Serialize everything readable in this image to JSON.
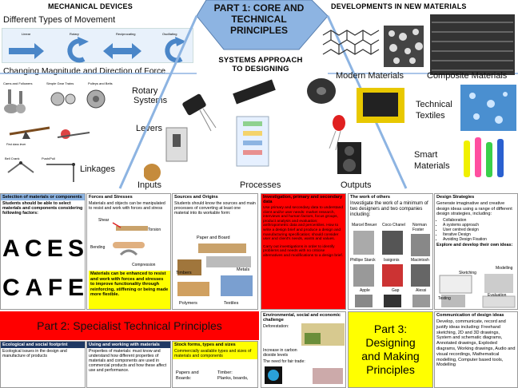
{
  "header": {
    "mechanical_devices": "MECHANICAL DEVICES",
    "part1_line1": "PART 1: CORE AND",
    "part1_line2": "TECHNICAL",
    "part1_line3": "PRINCIPLES",
    "developments": "DEVELOPMENTS IN NEW MATERIALS"
  },
  "movement": {
    "title": "Different Types of Movement",
    "types": [
      "Linear",
      "Rotary",
      "Reciprocating",
      "Oscillating"
    ]
  },
  "magnitude": {
    "title": "Changing Magnitude and Direction of Force",
    "top_labels": [
      "Cams and Followers",
      "Simple Gear Trains",
      "Pulleys and Belts"
    ],
    "rotary": "Rotary",
    "systems": "Systems",
    "levers": "Levers",
    "linkages": "Linkages",
    "linkage_labels": [
      "Bell Crank",
      "Push/Pull"
    ]
  },
  "systems": {
    "title_line1": "SYSTEMS APPROACH",
    "title_line2": "TO DESIGNING",
    "inputs": "Inputs",
    "processes": "Processes",
    "outputs": "Outputs"
  },
  "materials": {
    "modern": "Modern Materials",
    "composite": "Composite Materials",
    "technical_line1": "Technical",
    "technical_line2": "Textiles",
    "smart_line1": "Smart",
    "smart_line2": "Materials"
  },
  "panels": {
    "selection": {
      "title": "Selection of materials or components",
      "body": "Students should be able to select materials and components considering following factors:",
      "aces": [
        "A",
        "C",
        "E",
        "S"
      ],
      "cafe": [
        "C",
        "A",
        "F",
        "E"
      ]
    },
    "forces": {
      "title": "Forces and Stresses",
      "body": "Materials and objects can be manipulated to resist and work with forces and stress",
      "labels": [
        "Shear",
        "Torsion",
        "Bending",
        "Compression"
      ],
      "yellow": "Materials can be enhanced to resist and work with forces and stresses to improve functionality through reinforcing, stiffening or being made more flexible."
    },
    "sources": {
      "title": "Sources and Origins",
      "body": "Students should know the sources and main processes of converting at least one material into its workable form:",
      "labels": [
        "Paper and Board",
        "Timbers",
        "Metals",
        "Polymers",
        "Textiles"
      ]
    },
    "investigation": {
      "title": "Investigation, primary and secondary data",
      "body": "Use primary and secondary data to understand client and/or user needs: market research, interviews and human factors, focus groups, product analysis and evaluation; anthropometric data and percentiles. How to write a design brief and produce a design and manufacturing specification; should consider user and client's needs, wants and values.",
      "body2": "Carry out investigations in order to identify problems and needs with no criticise alternatives and modifications to a design brief."
    },
    "others": {
      "title": "The work of others",
      "body": "Investigate the work of a minimum of two designers and two companies including:",
      "names": [
        "Marcel Breuer",
        "Coco Chanel",
        "Norman Foster",
        "Phillipe Starck",
        "Issigonis",
        "Macintosh",
        "Apple",
        "Gap",
        "Alessi"
      ]
    },
    "strategies": {
      "title": "Design Strategies",
      "body": "Generate imaginative and creative design ideas using a range of different design strategies, including:",
      "items": [
        "Collaboration",
        "A systems approach",
        "User centred design",
        "Iterative Design",
        "Avoiding Design Fixation"
      ],
      "explore": "Explore and develop their own ideas:",
      "labels": [
        "Sketching",
        "Modelling",
        "Testing",
        "Evaluation"
      ]
    },
    "part2": "Part 2: Specialist Technical Principles",
    "ecological": {
      "title": "Ecological and social footprint",
      "body": "Ecological issues in the design and manufacture of products"
    },
    "working": {
      "title": "Using and working with materials",
      "body": "Properties of materials: must know and understand how different properties of materials and components are used in commercial products and how these affect use and performance."
    },
    "stock": {
      "title": "Stock forms, types and sizes",
      "body": "Commercially available types and sizes of materials and components",
      "paper_line1": "Papers and",
      "paper_line2": "Boards:",
      "timber_line1": "Timber:",
      "timber_line2": "Planks, boards,"
    },
    "environment": {
      "title": "Environmental, social and economic challenge",
      "deforestation": "Deforestation:",
      "carbon": "Increase in carbon dioxide levels",
      "fair": "The need for fair trade:"
    },
    "part3_line1": "Part 3:",
    "part3_line2": "Designing",
    "part3_line3": "and Making",
    "part3_line4": "Principles",
    "communication": {
      "title": "Communication of design ideas",
      "body": "Develop, communicate, record and justify ideas including: Freehand sketching, 2D and 3D drawings, System and schematic diagrams, Annotated drawings, Exploded diagrams, Working drawings, Audio and visual recordings, Mathematical modelling, Computer based tools, Modelling"
    }
  },
  "colors": {
    "hex_blue": "#8db4e2",
    "arrow_blue": "#4a86c8",
    "red": "#ff0000",
    "yellow": "#ffff00",
    "navy": "#1f3864"
  }
}
